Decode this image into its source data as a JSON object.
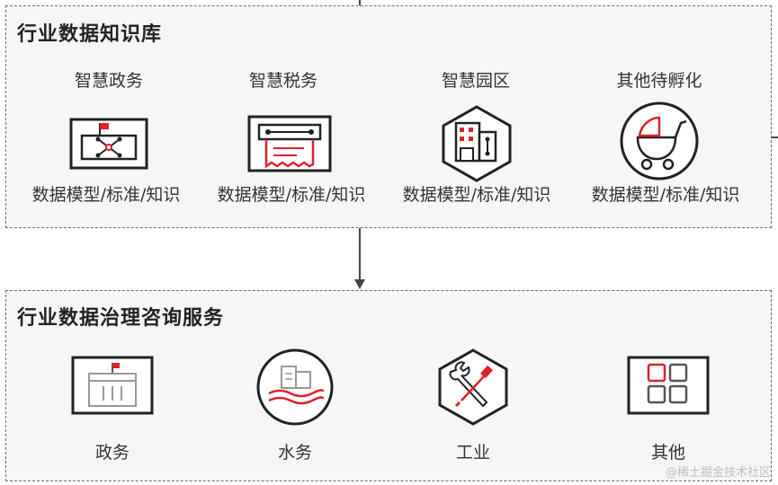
{
  "knowledge_base": {
    "title": "行业数据知识库",
    "items": [
      {
        "label": "智慧政务",
        "sub": "数据模型/标准/知识",
        "icon": "government-hub-icon"
      },
      {
        "label": "智慧税务",
        "sub": "数据模型/标准/知识",
        "icon": "tax-receipt-icon"
      },
      {
        "label": "智慧园区",
        "sub": "数据模型/标准/知识",
        "icon": "park-building-icon"
      },
      {
        "label": "其他待孵化",
        "sub": "数据模型/标准/知识",
        "icon": "baby-stroller-icon"
      }
    ]
  },
  "consulting": {
    "title": "行业数据治理咨询服务",
    "items": [
      {
        "label": "政务",
        "icon": "government-building-icon"
      },
      {
        "label": "水务",
        "icon": "water-service-icon"
      },
      {
        "label": "工业",
        "icon": "industry-tools-icon"
      },
      {
        "label": "其他",
        "icon": "other-grid-icon"
      }
    ]
  },
  "watermark": "@稀土掘金技术社区",
  "colors": {
    "accent": "#e0212b",
    "line": "#222222",
    "panel_bg": "#f6f6f6",
    "border": "#6f6f6f"
  }
}
